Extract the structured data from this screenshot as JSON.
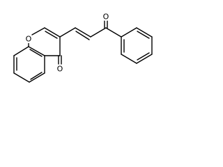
{
  "molecule": {
    "atoms": [
      {
        "id": "o1",
        "symbol": "O"
      },
      {
        "id": "o_ketone_ring",
        "symbol": "O"
      },
      {
        "id": "o_ketone_chain",
        "symbol": "O"
      }
    ],
    "colors": {
      "background": "#ffffff",
      "bond": "#000000",
      "label": "#000000"
    }
  }
}
